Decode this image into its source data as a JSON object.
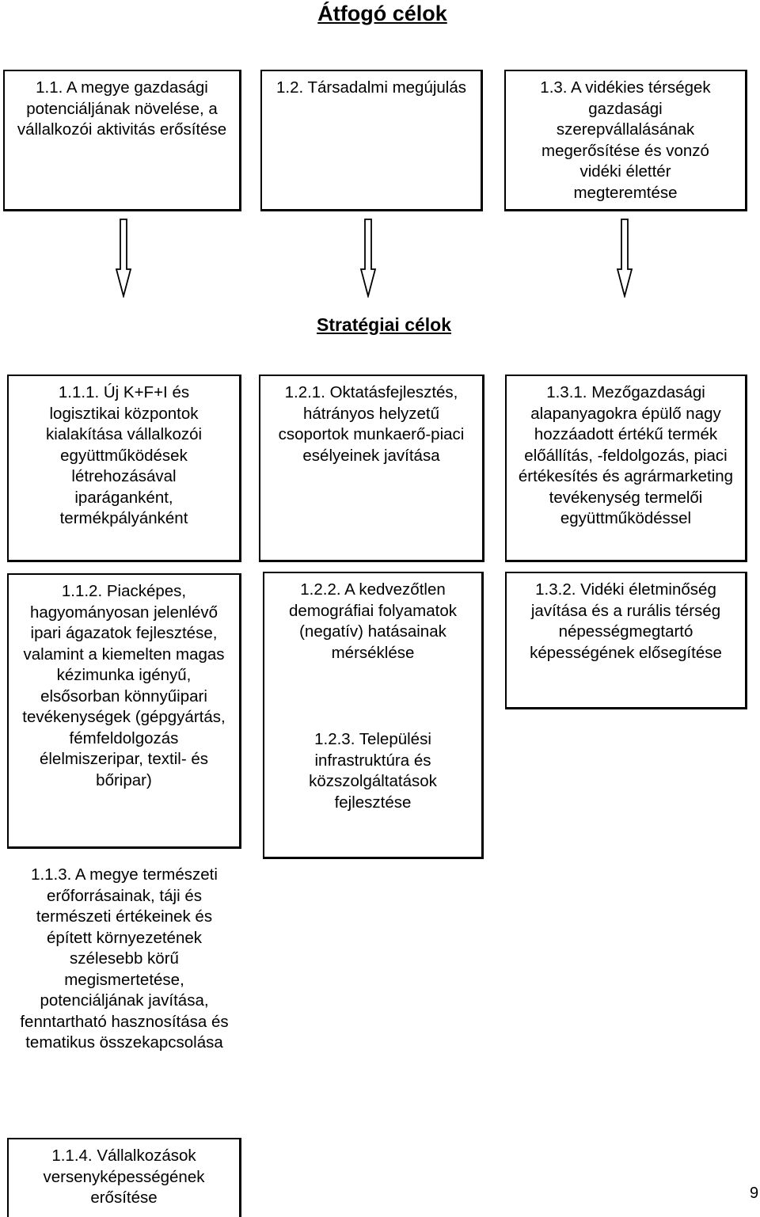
{
  "title": "Átfogó célok",
  "strategic_title": "Stratégiai célok",
  "overarching": [
    "1.1. A megye gazdasági potenciáljának növelése, a vállalkozói aktivitás erősítése",
    "1.2. Társadalmi megújulás",
    "1.3. A vidékies térségek gazdasági szerepvállalásának megerősítése és vonzó vidéki élettér megteremtése"
  ],
  "col1": [
    "1.1.1. Új K+F+I és logisztikai központok kialakítása vállalkozói együttműködések létrehozásával iparáganként, termékpályánként",
    "1.1.2. Piacképes, hagyományosan jelenlévő ipari ágazatok fejlesztése, valamint a kiemelten magas kézimunka igényű, elsősorban könnyűipari tevékenységek (gépgyártás, fémfeldolgozás élelmiszeripar, textil- és bőripar)",
    "1.1.3. A megye természeti erőforrásainak, táji és természeti értékeinek és épített környezetének szélesebb körű megismertetése, potenciáljának javítása, fenntartható hasznosítása és tematikus összekapcsolása",
    "1.1.4.  Vállalkozások versenyképességének erősítése"
  ],
  "col2": [
    "1.2.1. Oktatásfejlesztés, hátrányos helyzetű csoportok munkaerő-piaci esélyeinek javítása",
    "1.2.2. A kedvezőtlen demográfiai folyamatok (negatív) hatásainak mérséklése",
    "1.2.3. Települési infrastruktúra és közszolgáltatások fejlesztése"
  ],
  "col3": [
    "1.3.1. Mezőgazdasági alapanyagokra épülő nagy hozzáadott értékű termék előállítás, -feldolgozás, piaci értékesítés és agrármarketing tevékenység termelői együttműködéssel",
    "1.3.2. Vidéki életminőség javítása és a rurális térség népességmegtartó képességének elősegítése"
  ],
  "page_number": "9",
  "icons": [
    "down-arrow-icon",
    "down-arrow-icon",
    "down-arrow-icon"
  ]
}
